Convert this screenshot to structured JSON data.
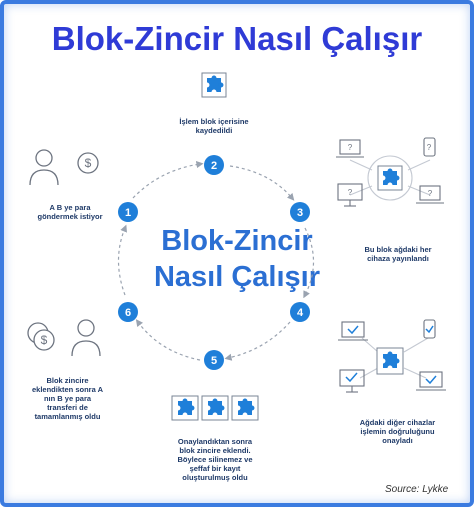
{
  "title": "Blok-Zincir Nasıl Çalışır",
  "center": {
    "line1": "Blok-Zincir",
    "line2": "Nasıl Çalışır"
  },
  "steps": [
    {
      "number": "1",
      "caption_lines": [
        "A B ye para",
        "göndermek istiyor"
      ]
    },
    {
      "number": "2",
      "caption_lines": [
        "İşlem blok içerisine",
        "kaydedildi"
      ]
    },
    {
      "number": "3",
      "caption_lines": [
        "Bu blok ağdaki her",
        "cihaza yayınlandı"
      ]
    },
    {
      "number": "4",
      "caption_lines": [
        "Ağdaki diğer cihazlar",
        "işlemin doğruluğunu",
        "onayladı"
      ]
    },
    {
      "number": "5",
      "caption_lines": [
        "Onaylandıktan sonra",
        "blok zincire eklendi.",
        "Böylece silinemez ve",
        "şeffaf bir kayıt",
        "oluşturulmuş oldu"
      ]
    },
    {
      "number": "6",
      "caption_lines": [
        "Blok zincire",
        "eklendikten sonra A",
        "nın B ye para",
        "transferi de",
        "tamamlanmış oldu"
      ]
    }
  ],
  "source": "Source: Lykke",
  "colors": {
    "accent": "#1f7fd9",
    "title": "#2f3bd6",
    "frame": "#3b7be0"
  },
  "icons": [
    "puzzle-block-icon",
    "person-icon",
    "dollar-coin-icon",
    "laptop-icon",
    "desktop-icon",
    "phone-icon",
    "checkmark-icon"
  ]
}
